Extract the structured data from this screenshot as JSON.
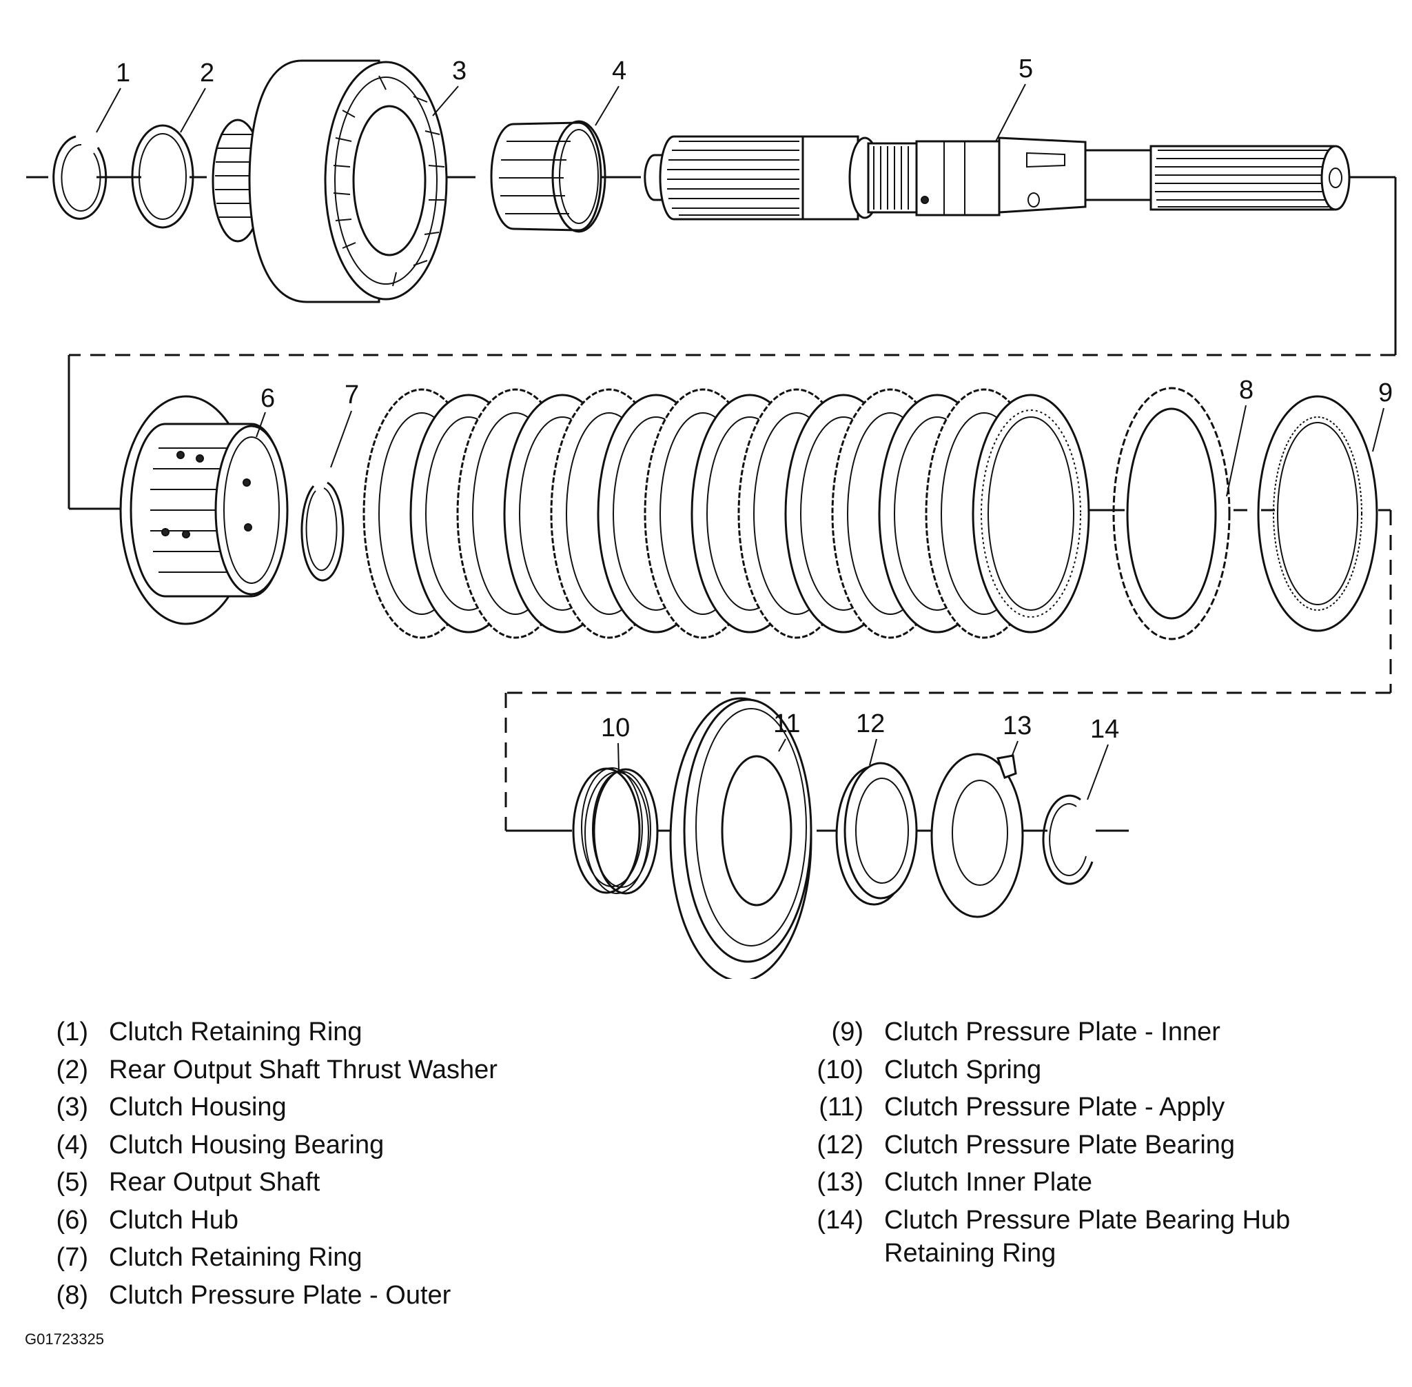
{
  "callouts": [
    "1",
    "2",
    "3",
    "4",
    "5",
    "6",
    "7",
    "8",
    "9",
    "10",
    "11",
    "12",
    "13",
    "14"
  ],
  "legend_left": [
    {
      "num": "(1)",
      "label": "Clutch Retaining Ring"
    },
    {
      "num": "(2)",
      "label": "Rear Output Shaft Thrust Washer"
    },
    {
      "num": "(3)",
      "label": "Clutch Housing"
    },
    {
      "num": "(4)",
      "label": "Clutch Housing Bearing"
    },
    {
      "num": "(5)",
      "label": "Rear Output Shaft"
    },
    {
      "num": "(6)",
      "label": "Clutch Hub"
    },
    {
      "num": "(7)",
      "label": "Clutch Retaining Ring"
    },
    {
      "num": "(8)",
      "label": "Clutch Pressure Plate - Outer"
    }
  ],
  "legend_right": [
    {
      "num": "(9)",
      "label": "Clutch Pressure Plate - Inner"
    },
    {
      "num": "(10)",
      "label": "Clutch Spring"
    },
    {
      "num": "(11)",
      "label": "Clutch Pressure Plate - Apply"
    },
    {
      "num": "(12)",
      "label": "Clutch Pressure Plate Bearing"
    },
    {
      "num": "(13)",
      "label": "Clutch Inner Plate"
    },
    {
      "num": "(14)",
      "label": "Clutch Pressure Plate Bearing Hub Retaining Ring"
    }
  ],
  "figure_code": "G01723325"
}
